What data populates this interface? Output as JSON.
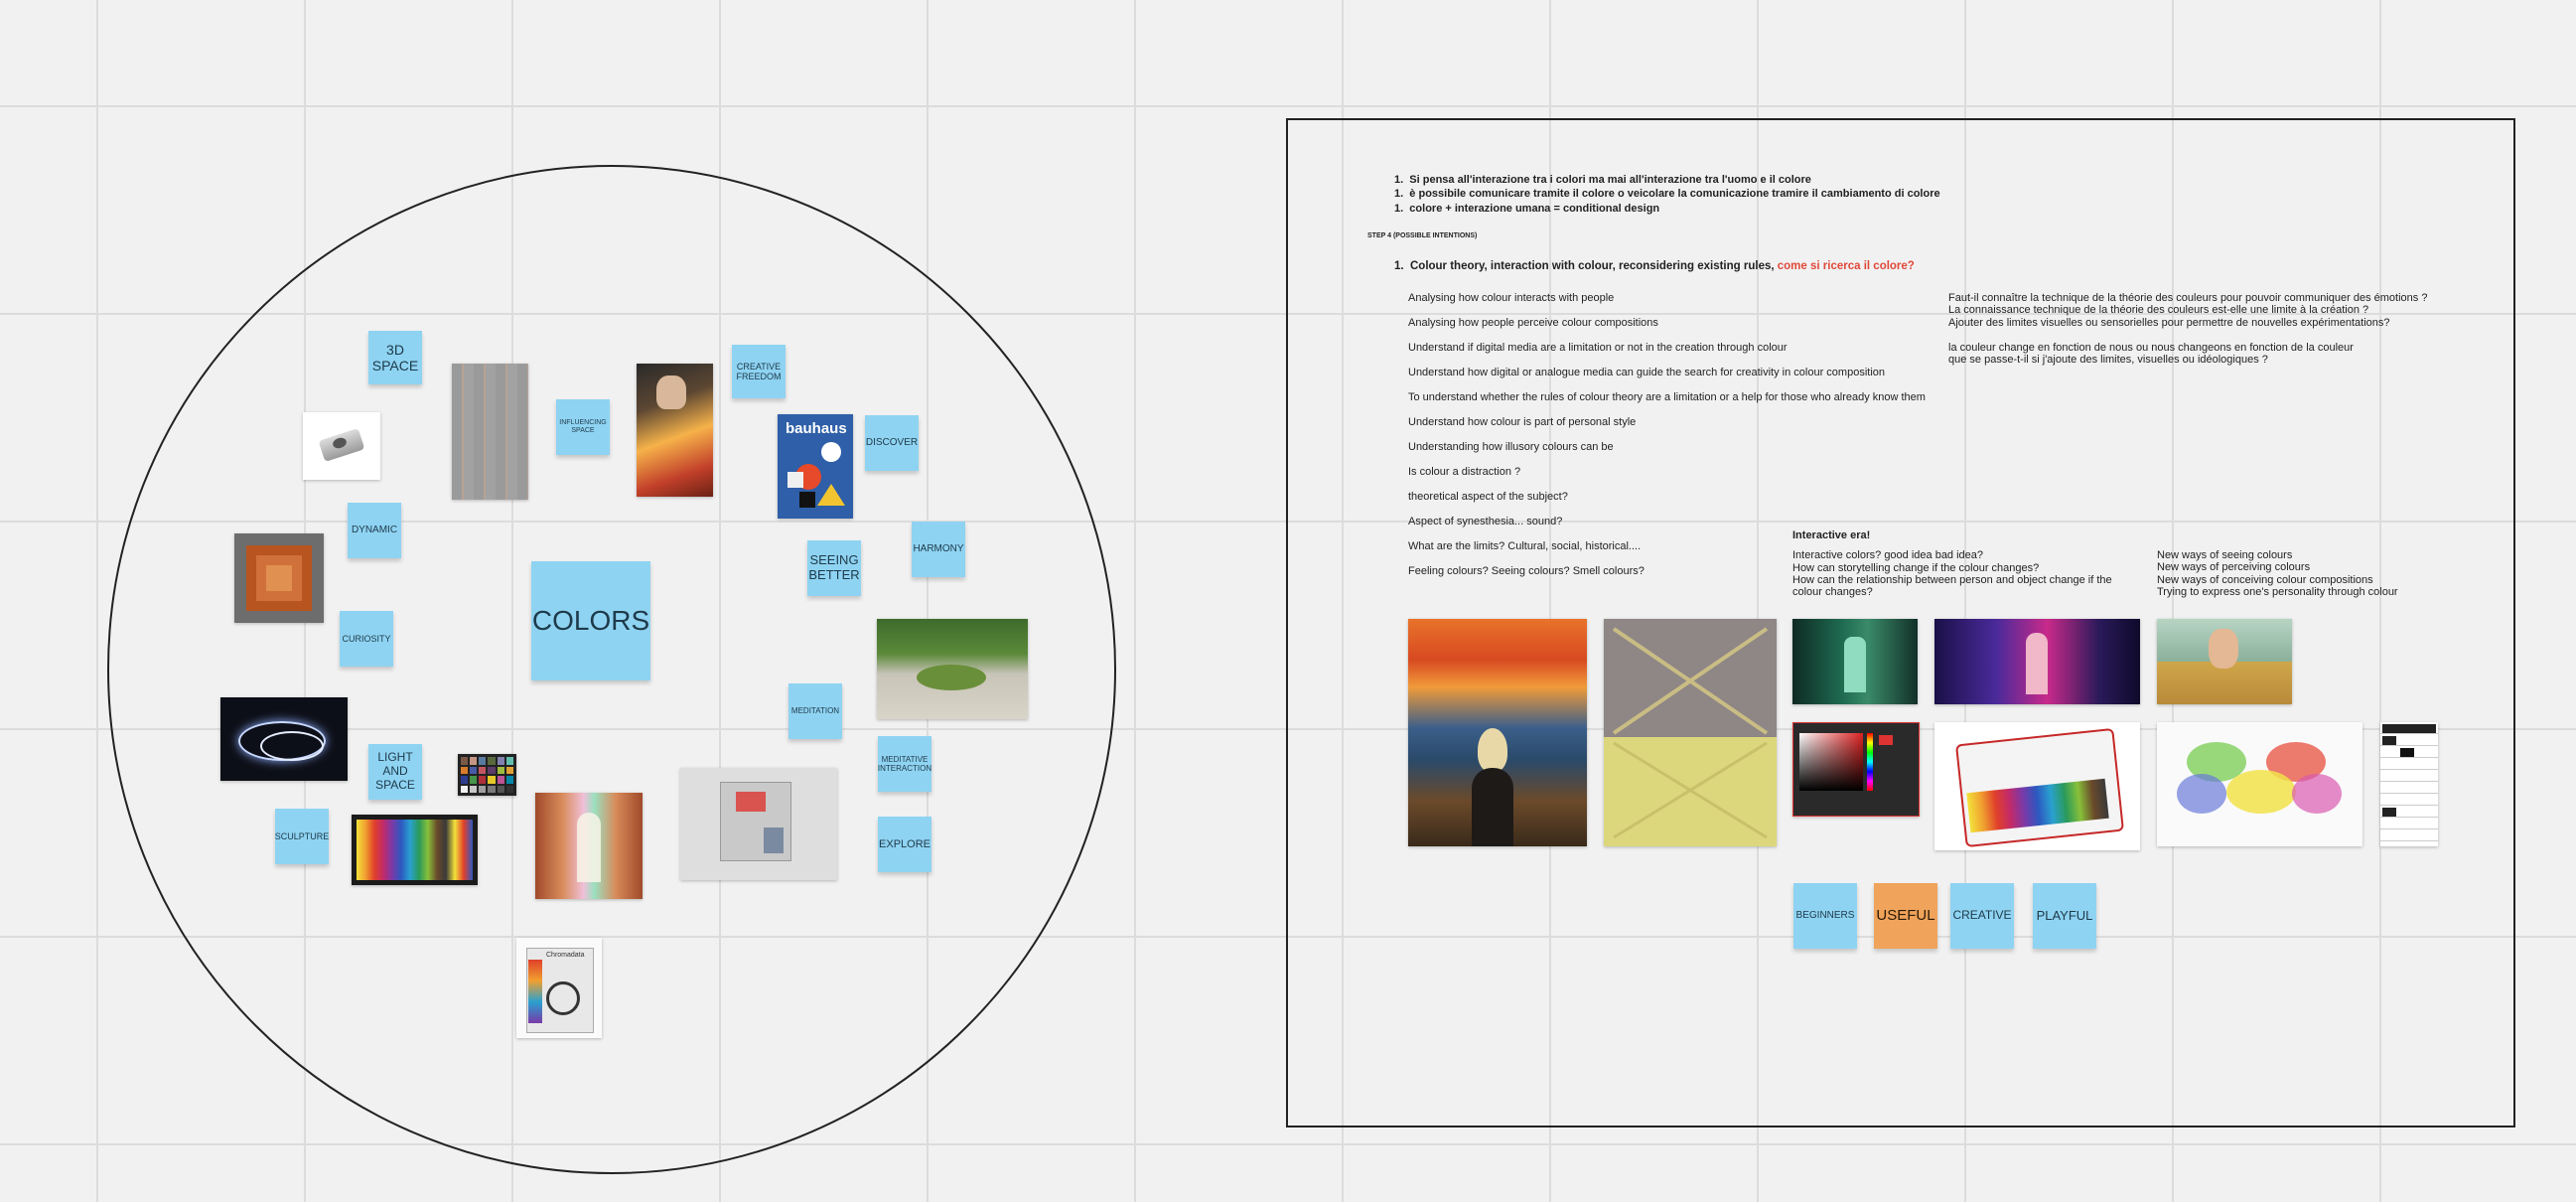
{
  "left_board": {
    "center_note": "COLORS",
    "notes": {
      "space3d": "3D SPACE",
      "influencing_space": "INFLUENCING SPACE",
      "creative_freedom": "CREATIVE FREEDOM",
      "discover": "DISCOVER",
      "dynamic": "DYNAMIC",
      "harmony": "HARMONY",
      "seeing_better": "SEEING BETTER",
      "curiosity": "CURIOSITY",
      "meditation": "MEDITATION",
      "light_and_space": "LIGHT AND SPACE",
      "meditative_interaction": "MEDITATIVE INTERACTION",
      "sculpture": "SCULPTURE",
      "explore": "EXPLORE"
    },
    "images": {
      "bauhaus_text": "bauhaus",
      "box_label": "Chromadata"
    }
  },
  "right_board": {
    "intro_items": [
      "Si pensa all'interazione tra i colori ma mai all'interazione tra l'uomo e il colore",
      "è possibile comunicare tramite il colore o veicolare la comunicazione tramire il cambiamento di colore",
      "colore + interazione umana = conditional design"
    ],
    "step_heading": "STEP 4 (POSSIBLE INTENTIONS)",
    "theory_line": "Colour theory, interaction with colour, reconsidering existing rules,",
    "theory_line_accent": "come si ricerca il colore?",
    "accent_color": "#e0483a",
    "intentions": [
      "Analysing how colour interacts with people",
      "Analysing how people perceive colour compositions",
      "Understand if digital media are a limitation or not in the creation through colour",
      "Understand how digital or analogue media can guide the search for creativity in colour composition",
      "To understand whether the rules of colour theory are a limitation or a help for those who already know them",
      "Understand how colour is part of personal style",
      "Understanding how illusory colours can be",
      "Is colour a distraction ?",
      "theoretical aspect of the subject?",
      "Aspect of synesthesia... sound?",
      "What are the limits? Cultural, social, historical....",
      "Feeling colours? Seeing colours? Smell colours?"
    ],
    "french_notes": [
      "Faut-il connaître la technique de la théorie des couleurs pour pouvoir communiquer des émotions ?",
      "La connaissance technique de la théorie des couleurs est-elle une limite à la création  ?",
      "Ajouter des limites visuelles ou sensorielles pour permettre de nouvelles expérimentations?",
      "la couleur change en fonction de nous ou nous changeons en fonction de la couleur",
      "que se passe-t-il si j'ajoute des limites, visuelles ou idéologiques ?"
    ],
    "interactive_heading": "Interactive era!",
    "interactive_lines": [
      "Interactive colors? good idea bad idea?",
      "How can storytelling change if the colour changes?",
      "How can the relationship between person and object change if the",
      "colour changes?"
    ],
    "new_ways": [
      "New ways of seeing colours",
      "New ways of perceiving colours",
      "New ways of conceiving colour compositions",
      "Trying to express one's personality through colour"
    ],
    "bottom_notes": [
      "BEGINNERS",
      "USEFUL",
      "CREATIVE",
      "PLAYFUL"
    ]
  }
}
